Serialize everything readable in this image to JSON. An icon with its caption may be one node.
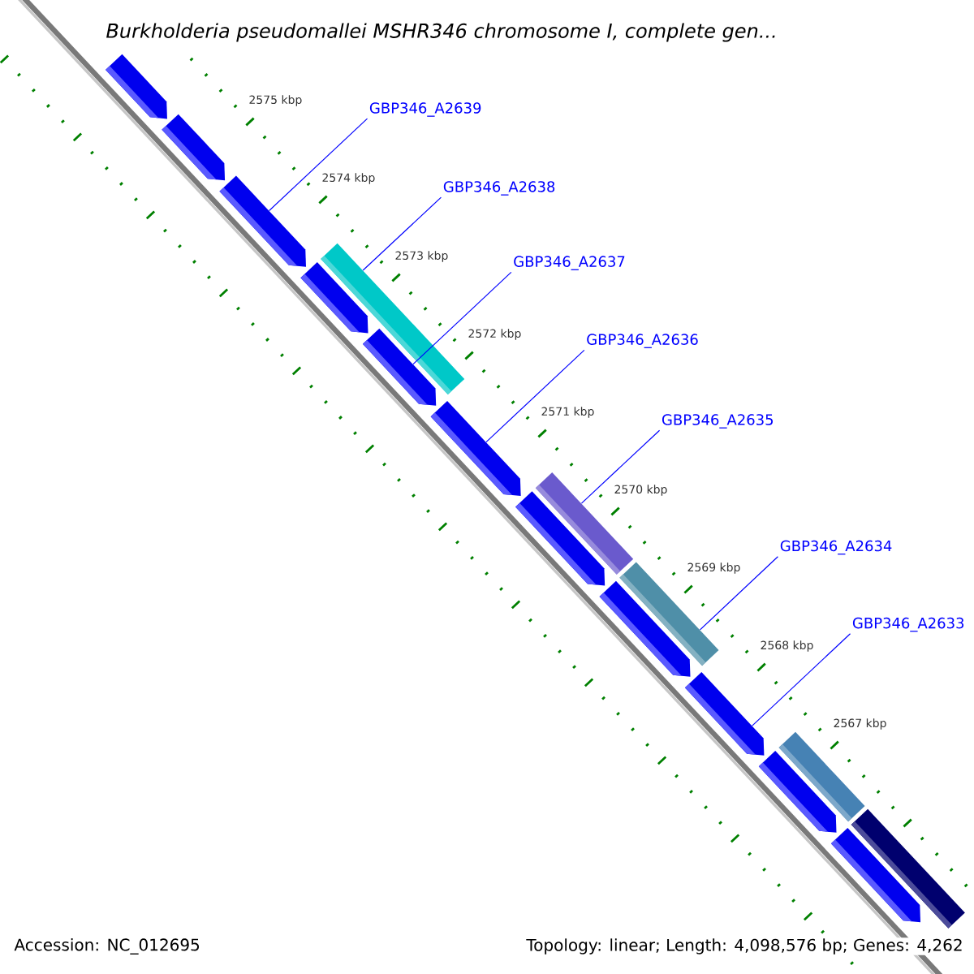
{
  "diagram": {
    "title": "Burkholderia pseudomallei MSHR346 chromosome I, complete gen...",
    "nodes": [
      {
        "text": [
          "GBP346_A2639"
        ]
      },
      {
        "text": [
          "GBP346_A2638"
        ]
      },
      {
        "text": [
          "GBP346_A2637"
        ]
      },
      {
        "text": [
          "GBP346_A2636"
        ]
      },
      {
        "text": [
          "GBP346_A2635"
        ]
      },
      {
        "text": [
          "GBP346_A2634"
        ]
      },
      {
        "text": [
          "GBP346_A2633"
        ]
      },
      {
        "text": [],
        "shape": "pentagon"
      },
      {
        "text": [],
        "shape": "pentagon"
      },
      {
        "text": [],
        "shape": "pentagon"
      },
      {
        "text": [],
        "shape": "bar"
      },
      {
        "text": [],
        "shape": "pentagon"
      },
      {
        "text": [],
        "shape": "pentagon"
      },
      {
        "text": [],
        "shape": "pentagon"
      },
      {
        "text": [],
        "shape": "bar"
      },
      {
        "text": [],
        "shape": "pentagon"
      },
      {
        "text": [],
        "shape": "bar"
      },
      {
        "text": [],
        "shape": "pentagon"
      },
      {
        "text": [],
        "shape": "pentagon"
      },
      {
        "text": [],
        "shape": "bar"
      },
      {
        "text": [],
        "shape": "pentagon"
      },
      {
        "text": [],
        "shape": "bar"
      },
      {
        "text": [],
        "shape": "pentagon"
      }
    ],
    "edges": [
      {
        "from": 0,
        "to": 9,
        "arrow": "none"
      },
      {
        "from": 1,
        "to": 10,
        "arrow": "none"
      },
      {
        "from": 2,
        "to": 12,
        "arrow": "none"
      },
      {
        "from": 3,
        "to": 13,
        "arrow": "none"
      },
      {
        "from": 4,
        "to": 14,
        "arrow": "none"
      },
      {
        "from": 5,
        "to": 16,
        "arrow": "none"
      },
      {
        "from": 6,
        "to": 18,
        "arrow": "none"
      }
    ],
    "labels": [
      "2575 kbp",
      "2574 kbp",
      "2573 kbp",
      "2572 kbp",
      "2571 kbp",
      "2570 kbp",
      "2569 kbp",
      "2568 kbp",
      "2567 kbp",
      "Accession: NC_012695",
      "Topology: linear; Length: 4,098,576 bp; Genes: 4,262"
    ]
  }
}
